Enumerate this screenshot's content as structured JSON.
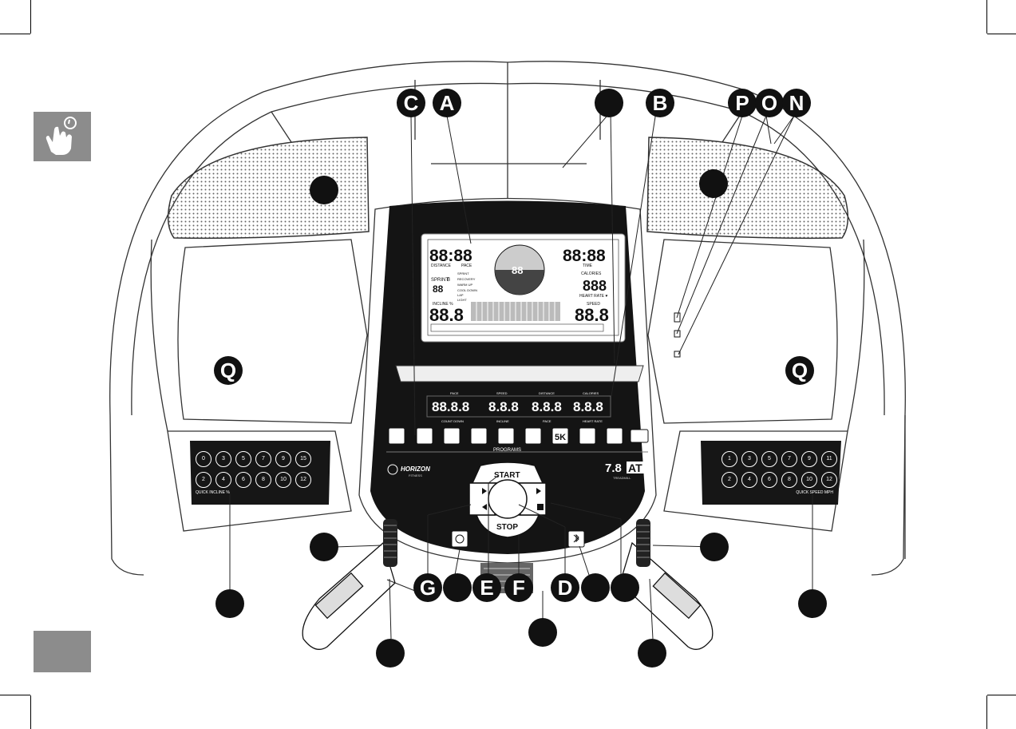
{
  "callouts": {
    "C": "C",
    "A": "A",
    "B": "B",
    "P": "P",
    "O": "O",
    "N": "N",
    "Q_left": "Q",
    "Q_right": "Q",
    "G": "G",
    "E": "E",
    "F": "F",
    "D": "D"
  },
  "display": {
    "left_top_digits": "88:88",
    "distance_label": "DISTANCE",
    "pace_label": "PACE",
    "center_digits": "88",
    "right_top_digits": "88:88",
    "time_label": "TIME",
    "sprint_label": "SPRINT",
    "sprint_digit": "8",
    "small_digits": "88",
    "phase_labels": [
      "SPRINT",
      "RECOVERY",
      "WARM UP",
      "COOL DOWN",
      "LAP",
      "LIGHT"
    ],
    "calories_label": "CALORIES",
    "calories_digits": "888",
    "heart_rate_label": "HEART RATE ♥",
    "incline_label": "INCLINE %",
    "incline_digits": "88.8",
    "speed_label": "SPEED",
    "speed_digits": "88.8"
  },
  "secondary_display": {
    "top_labels": [
      "PACE",
      "SPEED",
      "DISTANCE",
      "CALORIES"
    ],
    "values": [
      "88.8.8",
      "8.8.8",
      "8.8.8",
      "8.8.8"
    ],
    "bottom_labels": [
      "COUNT DOWN",
      "INCLINE",
      "PACE",
      "HEART RATE"
    ]
  },
  "programs_label": "PROGRAMS",
  "program_icon_5k": "5K",
  "brand": {
    "logo": "HORIZON",
    "sub": "FITNESS",
    "model": "7.8",
    "model_suffix": "AT",
    "model_sub": "TREADMILL"
  },
  "buttons": {
    "start": "START",
    "stop": "STOP"
  },
  "quick_incline": {
    "label": "QUICK INCLINE %",
    "top": [
      "0",
      "3",
      "5",
      "7",
      "9",
      "15"
    ],
    "bottom": [
      "2",
      "4",
      "6",
      "8",
      "10",
      "12"
    ]
  },
  "quick_speed": {
    "label": "QUICK SPEED MPH",
    "top": [
      "1",
      "3",
      "5",
      "7",
      "9",
      "11"
    ],
    "bottom": [
      "2",
      "4",
      "6",
      "8",
      "10",
      "12"
    ]
  },
  "colors": {
    "badge": "#8c8c8c",
    "console": "#111111",
    "callout": "#111111"
  }
}
